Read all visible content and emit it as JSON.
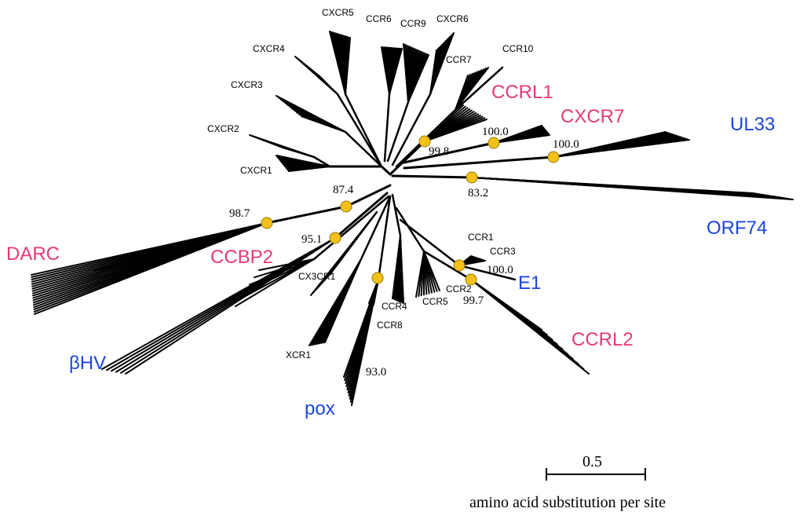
{
  "tree": {
    "colors": {
      "host": "#e8387a",
      "viral": "#1a46e0",
      "node": "#f2c21b",
      "branch": "#000000"
    },
    "receptor_labels": [
      "CXCR5",
      "CCR6",
      "CCR9",
      "CXCR6",
      "CCR10",
      "CXCR4",
      "CCR7",
      "CXCR3",
      "CXCR2",
      "CXCR1",
      "CCR1",
      "CCR3",
      "CX3CR1",
      "CCR2",
      "CCR4",
      "CCR5",
      "CCR8",
      "XCR1"
    ],
    "host_clades": [
      "CCRL1",
      "CXCR7",
      "DARC",
      "CCBP2",
      "CCRL2"
    ],
    "viral_clades": [
      "UL33",
      "ORF74",
      "E1",
      "βHV",
      "pox"
    ],
    "bootstrap": [
      "99.8",
      "100.0",
      "100.0",
      "83.2",
      "87.4",
      "98.7",
      "95.1",
      "100.0",
      "99.7",
      "93.0"
    ]
  },
  "scale_bar": {
    "value": "0.5",
    "caption": "amino acid substitution per site"
  }
}
